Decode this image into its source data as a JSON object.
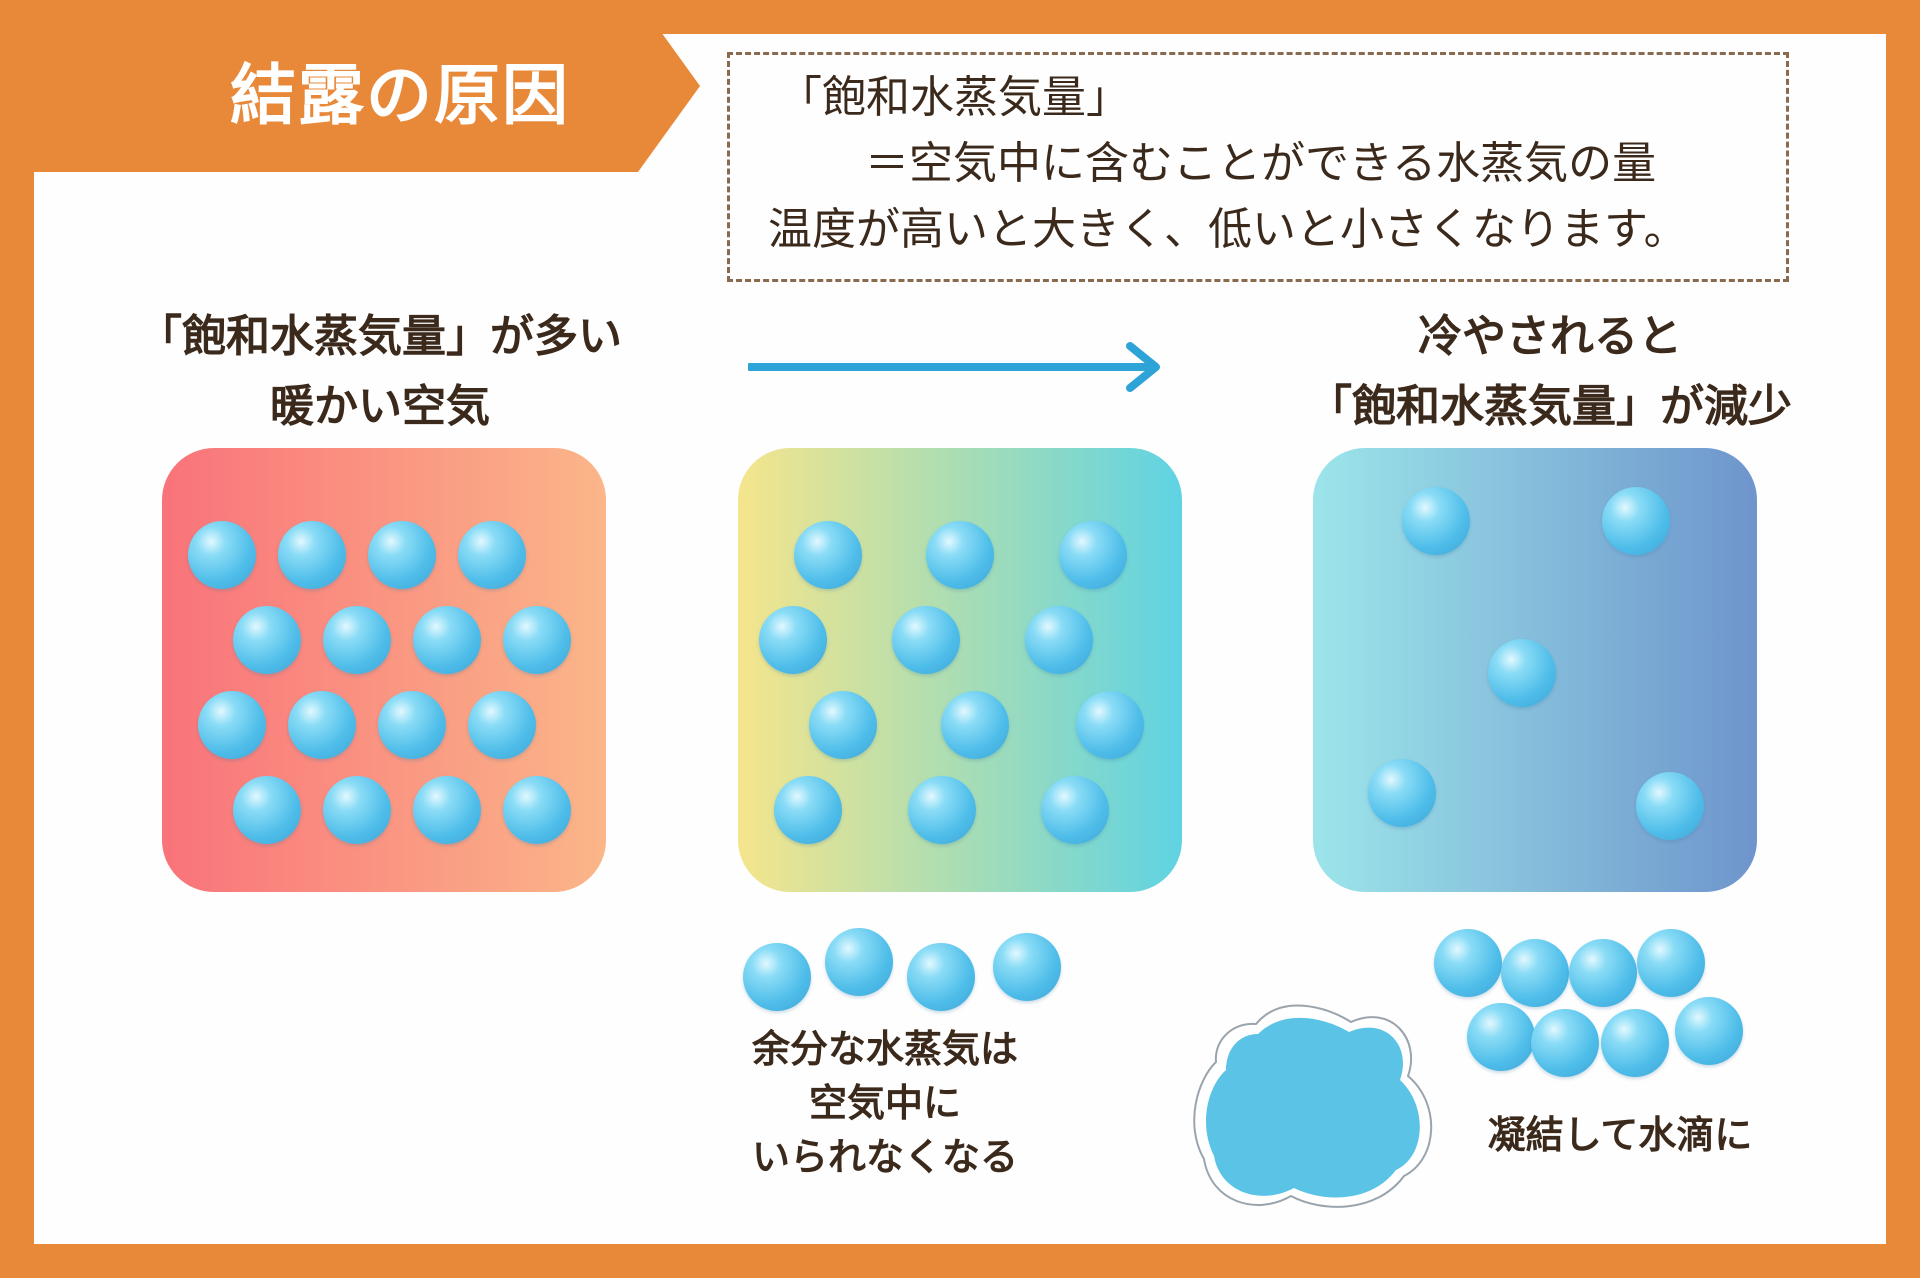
{
  "banner": {
    "title": "結露の原因"
  },
  "definition": {
    "line1": "「飽和水蒸気量」",
    "line2": "＝空気中に含むことができる水蒸気の量",
    "line3": "温度が高いと大きく、低いと小さくなります。"
  },
  "left_label": {
    "line1": "「飽和水蒸気量」が多い",
    "line2": "暖かい空気"
  },
  "right_label": {
    "line1": "冷やされると",
    "line2": "「飽和水蒸気量」が減少"
  },
  "middle_caption": {
    "line1": "余分な水蒸気は",
    "line2": "空気中に",
    "line3": "いられなくなる"
  },
  "right_caption": "凝結して水滴に",
  "colors": {
    "background": "#E8893A",
    "arrow": "#2EA3D8",
    "droplet": "#4EBDE9",
    "puddle": "#5BC3E6",
    "text": "#3B2A1C"
  },
  "icons": {
    "arrow": "arrow-right-icon",
    "droplet": "water-droplet-icon",
    "puddle": "water-puddle-icon"
  },
  "droplet_counts": {
    "warm_box": 16,
    "mid_box": 12,
    "cool_box": 5,
    "excess_row": 4,
    "condensed_cluster": 8
  }
}
